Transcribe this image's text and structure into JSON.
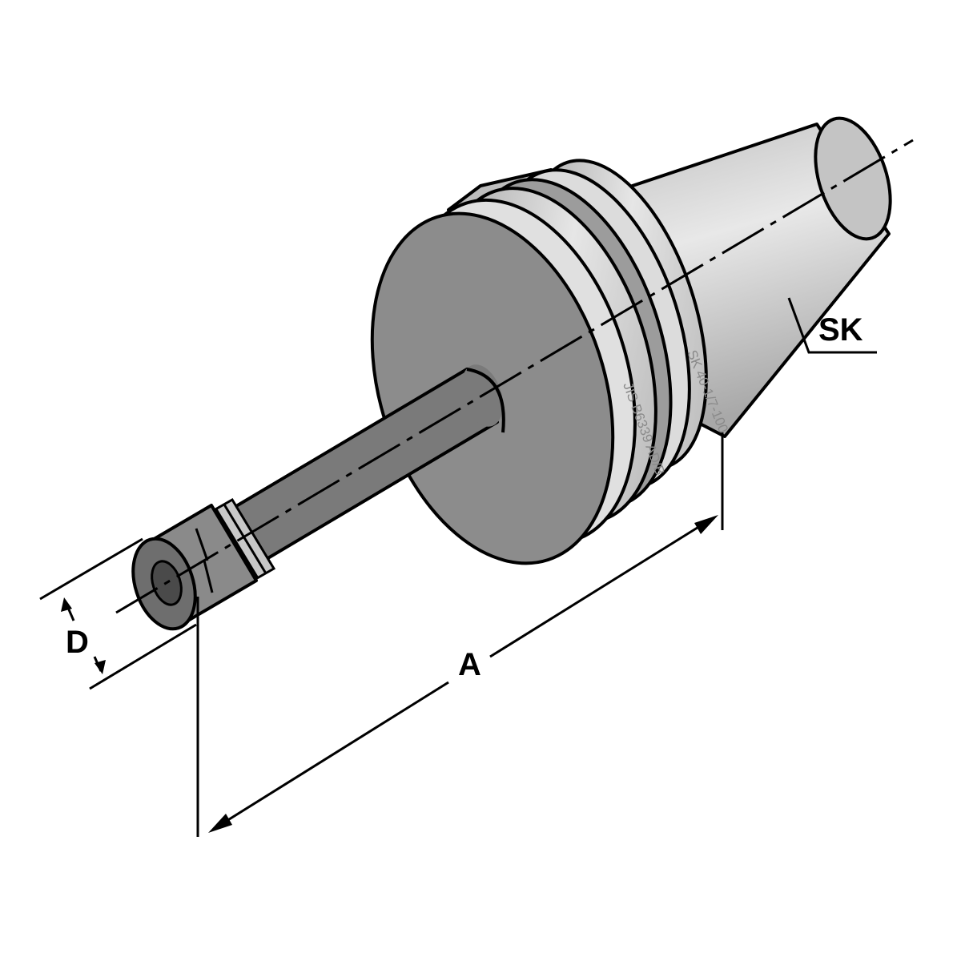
{
  "labels": {
    "diameter": "D",
    "length": "A",
    "taper": "SK"
  },
  "engravings": {
    "standard": "JIS B6339 AD/B",
    "designation": "SK 40-1/7-100"
  },
  "colors": {
    "outline": "#000000",
    "flange": "#8c8c8c",
    "shank": "#7a7a7a",
    "collar": "#d4d4d4",
    "taper": "#c8c8c8",
    "background": "#ffffff"
  }
}
